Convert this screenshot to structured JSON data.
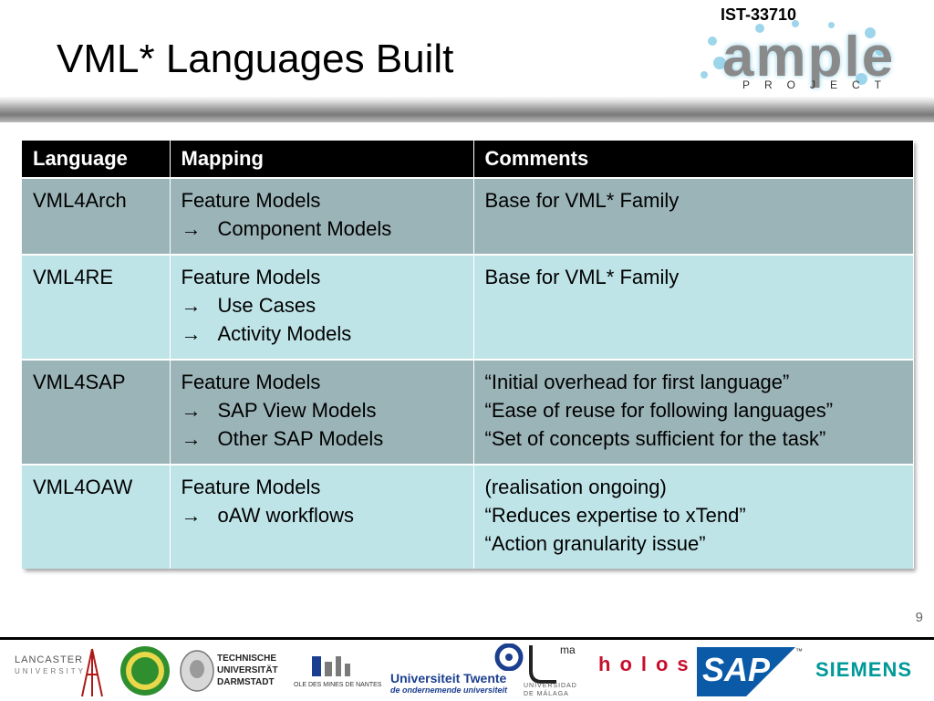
{
  "header": {
    "title": "VML* Languages Built",
    "project_id": "IST-33710",
    "logo": {
      "word": "ample",
      "sub": "PROJECT"
    }
  },
  "table": {
    "columns": [
      "Language",
      "Mapping",
      "Comments"
    ],
    "rows": [
      {
        "language": "VML4Arch",
        "mapping": [
          "Feature Models",
          "Component Models"
        ],
        "comments": [
          "Base for VML* Family"
        ]
      },
      {
        "language": "VML4RE",
        "mapping": [
          "Feature Models",
          "Use Cases",
          "Activity Models"
        ],
        "comments": [
          "Base for VML* Family"
        ]
      },
      {
        "language": "VML4SAP",
        "mapping": [
          "Feature Models",
          "SAP View Models",
          "Other SAP Models"
        ],
        "comments": [
          "“Initial overhead for first language”",
          "“Ease of reuse for following languages”",
          "“Set of concepts sufficient for the task”"
        ]
      },
      {
        "language": "VML4OAW",
        "mapping": [
          "Feature Models",
          "oAW workflows"
        ],
        "comments": [
          "(realisation ongoing)",
          "“Reduces expertise to xTend”",
          "“Action granularity issue”"
        ]
      }
    ],
    "arrow": "→"
  },
  "page_number": "9",
  "footer": {
    "lancaster": "LANCASTER",
    "lancaster_sub": "UNIVERSITY",
    "tud": [
      "TECHNISCHE",
      "UNIVERSITÄT",
      "DARMSTADT"
    ],
    "nantes": "OLE DES MINES DE NANTES",
    "twente": "Universiteit Twente",
    "twente_sub": "de ondernemende universiteit",
    "malaga_ma": "ma",
    "malaga_sub": [
      "UNIVERSIDAD",
      "DE MÁLAGA"
    ],
    "holos": "holos",
    "sap": "SAP",
    "tm": "™",
    "siemens": "SIEMENS"
  },
  "colors": {
    "header_bg": "#000000",
    "row_dark": "#9bb4b8",
    "row_light": "#bfe4e8",
    "logo_blue": "#7cc7e3",
    "twente_blue": "#1b3f8f",
    "holos_red": "#c8102e",
    "sap_blue": "#0a5aa8",
    "siemens_teal": "#009999"
  }
}
